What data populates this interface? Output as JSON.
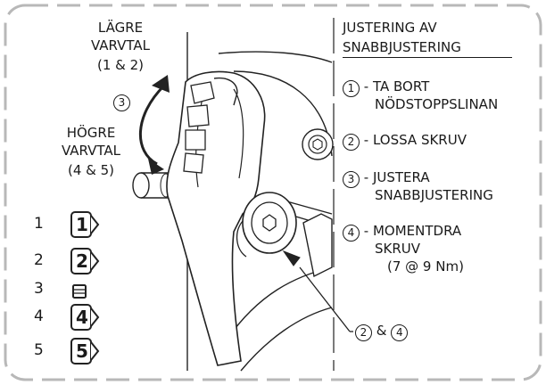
{
  "labels": {
    "lower_speed": "LÄGRE",
    "lower_speed_2": "VARVTAL",
    "lower_speed_range": "(1 & 2)",
    "higher_speed": "HÖGRE",
    "higher_speed_2": "VARVTAL",
    "higher_speed_range": "(4 & 5)",
    "step3_marker": "3",
    "callout_a": "2",
    "callout_amp": "&",
    "callout_b": "4"
  },
  "instructions": {
    "title_line1": "JUSTERING AV",
    "title_line2": "SNABBJUSTERING",
    "steps": [
      {
        "num": "1",
        "line1": "- TA BORT",
        "line2": "NÖDSTOPPSLINAN",
        "line3": ""
      },
      {
        "num": "2",
        "line1": "- LOSSA SKRUV",
        "line2": "",
        "line3": ""
      },
      {
        "num": "3",
        "line1": "- JUSTERA",
        "line2": "SNABBJUSTERING",
        "line3": ""
      },
      {
        "num": "4",
        "line1": "- MOMENTDRA",
        "line2": "SKRUV",
        "line3": "(7 @ 9 Nm)"
      }
    ]
  },
  "positions": [
    {
      "num": "1",
      "glyph": "1"
    },
    {
      "num": "2",
      "glyph": "2"
    },
    {
      "num": "3",
      "glyph": ""
    },
    {
      "num": "4",
      "glyph": "4"
    },
    {
      "num": "5",
      "glyph": "5"
    }
  ]
}
